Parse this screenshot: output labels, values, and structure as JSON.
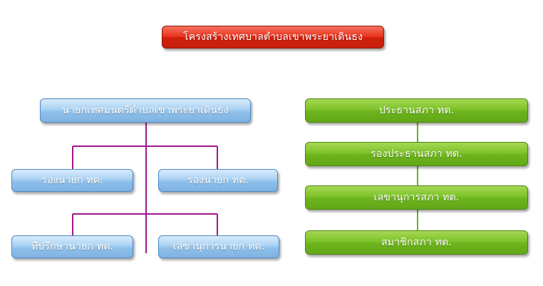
{
  "colors": {
    "title_box": "#e8321d",
    "left_boxes": "#8fc0ea",
    "right_boxes": "#7dc22a",
    "left_connector": "#a0188a",
    "right_connector": "#6cb31c"
  },
  "title": "โครงสร้างเทศบาลตำบลเขาพระยาเดินธง",
  "executive": {
    "head": "นายกเทศมนตรีตำบลเขาพระยาเดินธง",
    "deputy_1": "รองนายก ทต.",
    "deputy_2": "รองนายก ทต.",
    "advisor": "ที่ปรึกษานายก ทต.",
    "secretary": "เลขานุการนายก ทต."
  },
  "council": {
    "chairman": "ประธานสภา ทต.",
    "vice_chairman": "รองประธานสภา ทต.",
    "secretary": "เลขานุการสภา ทต.",
    "members": "สมาชิกสภา ทต."
  }
}
